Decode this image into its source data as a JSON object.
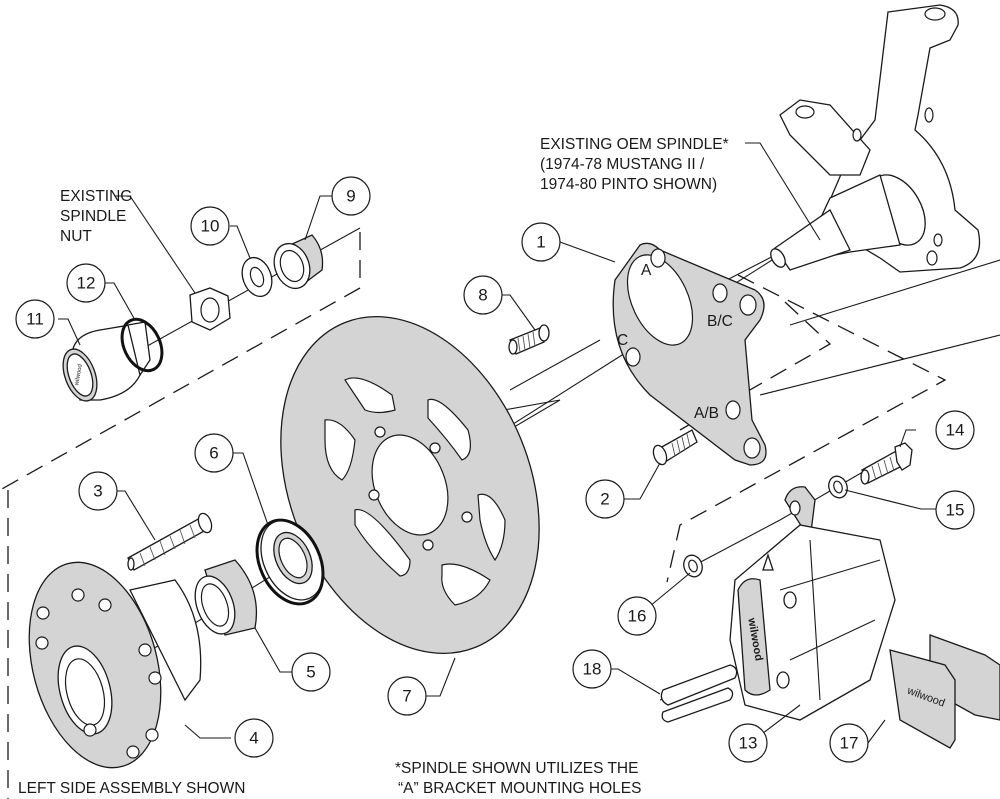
{
  "diagram": {
    "title": "Front disc brake kit exploded view",
    "labels": {
      "existing_spindle_nut": [
        "EXISTING",
        "SPINDLE",
        "NUT"
      ],
      "existing_oem_spindle": [
        "EXISTING OEM SPINDLE*",
        "(1974-78 MUSTANG II /",
        "1974-80 PINTO SHOWN)"
      ],
      "left_side": "LEFT SIDE ASSEMBLY SHOWN",
      "footnote": [
        "*SPINDLE SHOWN UTILIZES THE",
        "“A” BRACKET MOUNTING HOLES"
      ]
    },
    "bracket_hole_labels": [
      "A",
      "B/C",
      "C",
      "A/B"
    ],
    "brand_marking": "wilwood",
    "callouts": [
      {
        "id": "1",
        "part": "caliper-mounting-bracket"
      },
      {
        "id": "2",
        "part": "bracket-bolt"
      },
      {
        "id": "3",
        "part": "wheel-stud"
      },
      {
        "id": "4",
        "part": "hub"
      },
      {
        "id": "5",
        "part": "inner-bearing"
      },
      {
        "id": "6",
        "part": "grease-seal"
      },
      {
        "id": "7",
        "part": "rotor"
      },
      {
        "id": "8",
        "part": "rotor-screw"
      },
      {
        "id": "9",
        "part": "outer-bearing"
      },
      {
        "id": "10",
        "part": "washer"
      },
      {
        "id": "11",
        "part": "dust-cap"
      },
      {
        "id": "12",
        "part": "o-ring"
      },
      {
        "id": "13",
        "part": "caliper"
      },
      {
        "id": "14",
        "part": "caliper-bolt"
      },
      {
        "id": "15",
        "part": "caliper-washer"
      },
      {
        "id": "16",
        "part": "shim-washer"
      },
      {
        "id": "17",
        "part": "brake-pads"
      },
      {
        "id": "18",
        "part": "pad-retainer-pins"
      }
    ]
  }
}
